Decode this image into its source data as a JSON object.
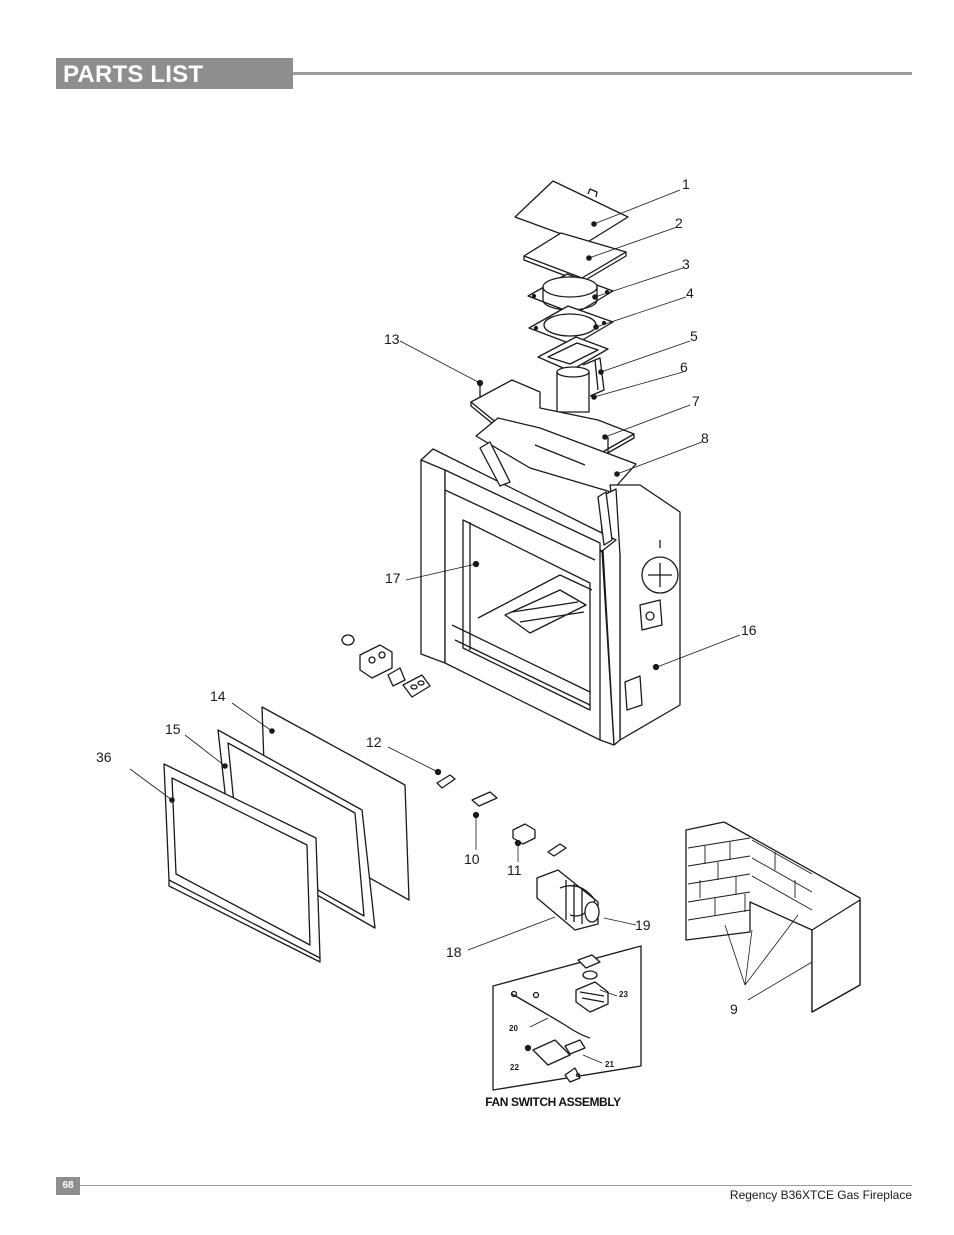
{
  "header": {
    "title": "PARTS LIST"
  },
  "diagram": {
    "callouts": [
      "1",
      "2",
      "3",
      "4",
      "5",
      "6",
      "7",
      "8",
      "9",
      "10",
      "11",
      "12",
      "13",
      "14",
      "15",
      "16",
      "17",
      "18",
      "19",
      "36"
    ],
    "fan_switch": {
      "caption": "FAN SWITCH ASSEMBLY",
      "callouts": [
        "20",
        "21",
        "22",
        "23"
      ]
    }
  },
  "footer": {
    "page_number": "68",
    "product": "Regency B36XTCE Gas Fireplace"
  }
}
